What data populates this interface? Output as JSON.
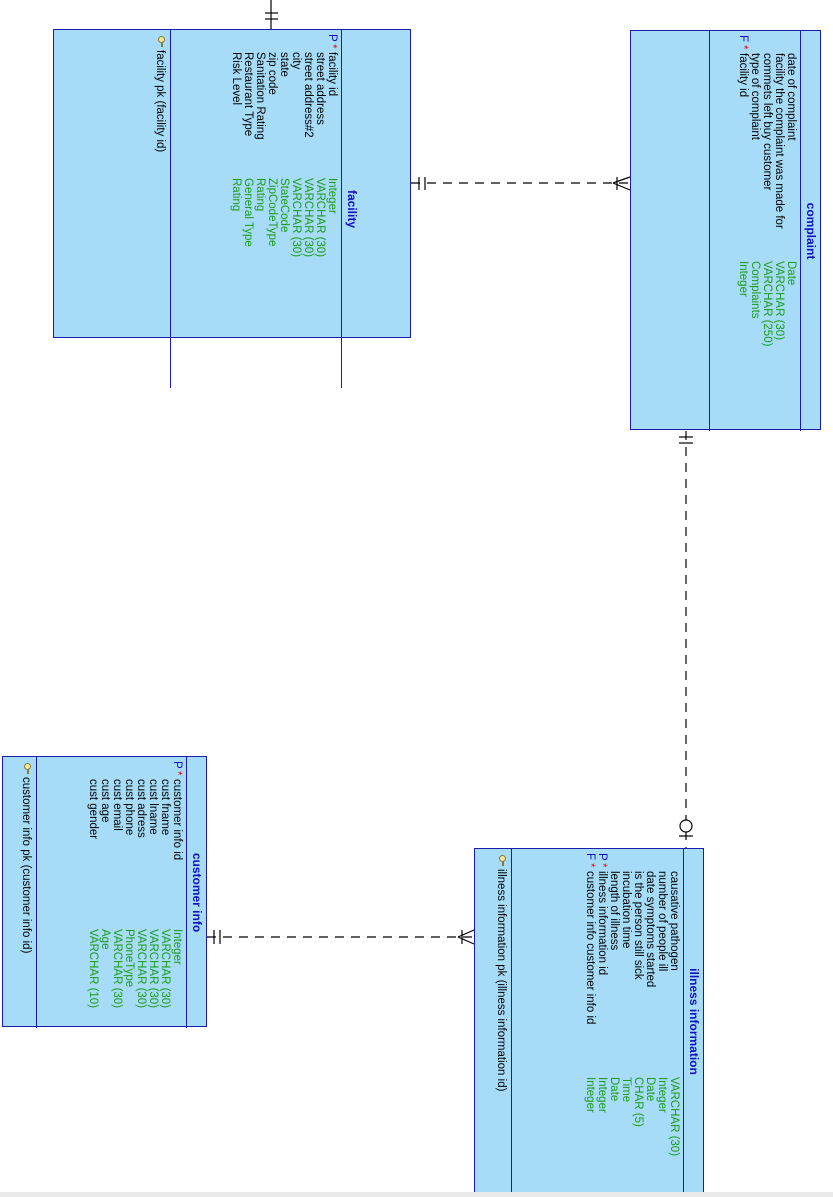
{
  "entities": {
    "facility": {
      "name": "facility",
      "attributes": [
        {
          "flag": "P",
          "required": "*",
          "name": "facility id",
          "type": "Integer"
        },
        {
          "flag": "",
          "required": "",
          "name": "street address",
          "type": "VARCHAR (30)"
        },
        {
          "flag": "",
          "required": "",
          "name": "street address#2",
          "type": "VARCHAR (30)"
        },
        {
          "flag": "",
          "required": "",
          "name": "city",
          "type": "VARCHAR (30)"
        },
        {
          "flag": "",
          "required": "",
          "name": "state",
          "type": "StateCode"
        },
        {
          "flag": "",
          "required": "",
          "name": "zip code",
          "type": "ZipCodeType"
        },
        {
          "flag": "",
          "required": "",
          "name": "Sanitation Rating",
          "type": "Rating"
        },
        {
          "flag": "",
          "required": "",
          "name": "Restaurant Type",
          "type": "General Type"
        },
        {
          "flag": "",
          "required": "",
          "name": "Risk Level",
          "type": "Rating"
        }
      ],
      "keys": [
        "facility pk (facility id)"
      ]
    },
    "complaint": {
      "name": "complaint",
      "attributes": [
        {
          "flag": "",
          "required": "",
          "name": "date of complaint",
          "type": "Date"
        },
        {
          "flag": "",
          "required": "",
          "name": "facility the complaint was made for",
          "type": "VARCHAR (30)"
        },
        {
          "flag": "",
          "required": "",
          "name": "commets left buy customer",
          "type": "VARCHAR (250)"
        },
        {
          "flag": "",
          "required": "",
          "name": "type of complaint",
          "type": "Complaints"
        },
        {
          "flag": "F",
          "required": "*",
          "name": "facility id",
          "type": "Integer"
        }
      ],
      "keys": []
    },
    "customer_info": {
      "name": "customer info",
      "attributes": [
        {
          "flag": "P",
          "required": "*",
          "name": "customer info id",
          "type": "Integer"
        },
        {
          "flag": "",
          "required": "",
          "name": "cust fname",
          "type": "VARCHAR (30)"
        },
        {
          "flag": "",
          "required": "",
          "name": "cust lname",
          "type": "VARCHAR (30)"
        },
        {
          "flag": "",
          "required": "",
          "name": "cust adress",
          "type": "VARCHAR (30)"
        },
        {
          "flag": "",
          "required": "",
          "name": "cust phone",
          "type": "PhoneType"
        },
        {
          "flag": "",
          "required": "",
          "name": "cust email",
          "type": "VARCHAR (30)"
        },
        {
          "flag": "",
          "required": "",
          "name": "cust age",
          "type": "Age"
        },
        {
          "flag": "",
          "required": "",
          "name": "cust gender",
          "type": "VARCHAR (10)"
        }
      ],
      "keys": [
        "customer info pk (customer info id)"
      ]
    },
    "illness_information": {
      "name": "illness information",
      "attributes": [
        {
          "flag": "",
          "required": "",
          "name": "causative pathogen",
          "type": "VARCHAR (30)"
        },
        {
          "flag": "",
          "required": "",
          "name": "number of people ill",
          "type": "Integer"
        },
        {
          "flag": "",
          "required": "",
          "name": "date  symptoms started",
          "type": "Date"
        },
        {
          "flag": "",
          "required": "",
          "name": "is the person still sick",
          "type": "CHAR (5)"
        },
        {
          "flag": "",
          "required": "",
          "name": "incubation time",
          "type": "Time"
        },
        {
          "flag": "",
          "required": "",
          "name": "length of illness",
          "type": "Date"
        },
        {
          "flag": "P",
          "required": "*",
          "name": "illness information id",
          "type": "Integer"
        },
        {
          "flag": "F",
          "required": "*",
          "name": "customer info customer info id",
          "type": "Integer"
        }
      ],
      "keys": [
        "illness information pk (illness information id)"
      ]
    }
  },
  "relationships": [
    {
      "from": "facility",
      "to": "complaint",
      "from_cardinality": "one",
      "to_cardinality": "many"
    },
    {
      "from": "complaint",
      "to": "illness_information",
      "from_cardinality": "one",
      "to_cardinality": "zero-or-one"
    },
    {
      "from": "customer_info",
      "to": "illness_information",
      "from_cardinality": "one",
      "to_cardinality": "many"
    }
  ],
  "colors": {
    "entity_fill": "#a6dcf7",
    "entity_border": "#1c1cab",
    "title_text": "#1010c0",
    "type_text": "#1a9a1a",
    "required_star": "#e01010"
  }
}
